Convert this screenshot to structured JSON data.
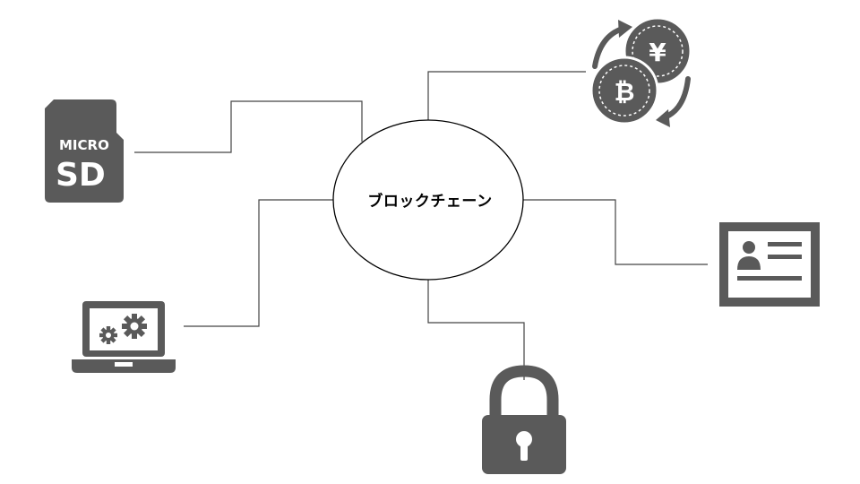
{
  "diagram": {
    "center_label": "ブロックチェーン",
    "sd_card": {
      "line1": "MICRO",
      "line2": "SD"
    },
    "coins": {
      "front_symbol": "₿",
      "back_symbol": "¥"
    },
    "icons": [
      "microsd-card-icon",
      "currency-exchange-icon",
      "laptop-settings-icon",
      "id-card-icon",
      "padlock-icon"
    ],
    "colors": {
      "icon": "#5a5a5a",
      "line": "#444444",
      "ellipse_stroke": "#000000"
    }
  }
}
